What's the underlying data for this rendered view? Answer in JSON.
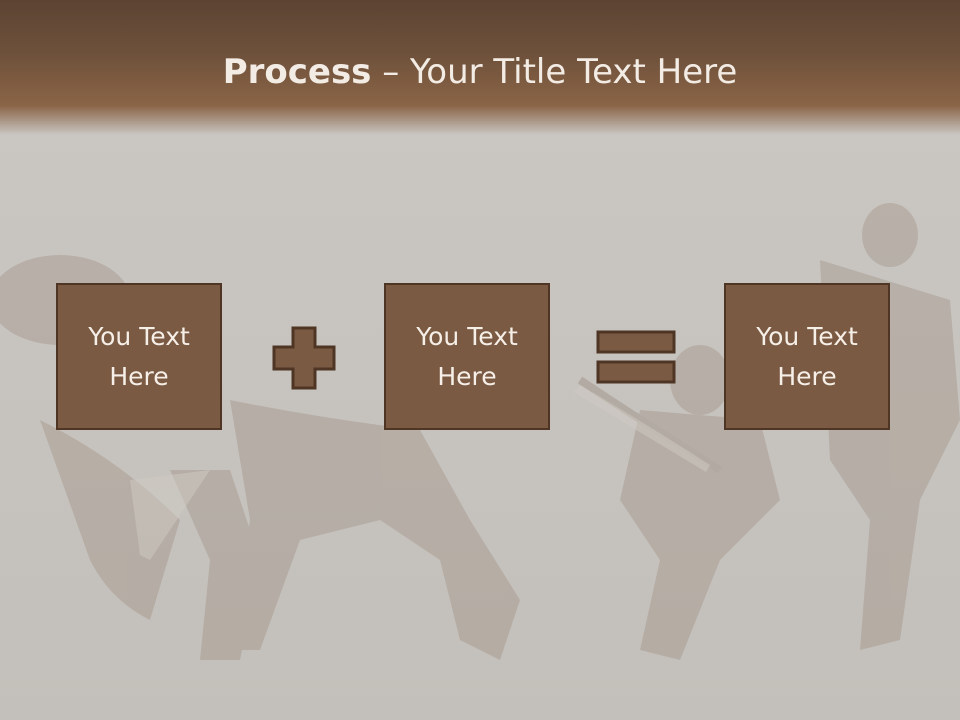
{
  "slide": {
    "title_bold": "Process",
    "title_rest": " – Your Title Text Here",
    "boxes": [
      {
        "text": "You Text Here"
      },
      {
        "text": "You Text Here"
      },
      {
        "text": "You Text Here"
      }
    ],
    "operators": [
      "plus-icon",
      "equals-icon"
    ]
  },
  "colors": {
    "header": "#6e513b",
    "box_fill": "#7b5a43",
    "box_border": "#4e3524",
    "background": "#c9c6c2",
    "text": "#f6efe7"
  }
}
